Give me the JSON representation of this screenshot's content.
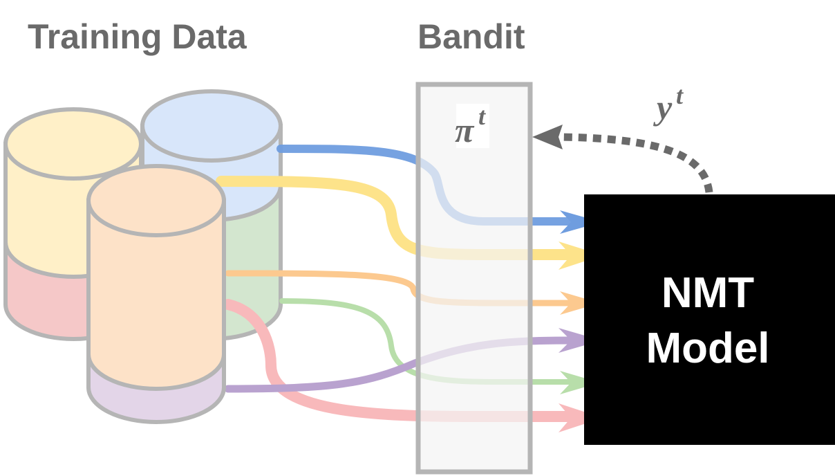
{
  "titles": {
    "training_data": "Training Data",
    "bandit": "Bandit"
  },
  "bandit_policy": {
    "symbol": "π",
    "superscript": "t"
  },
  "reward": {
    "symbol": "y",
    "superscript": "t"
  },
  "model": {
    "line1": "NMT",
    "line2": "Model"
  },
  "colors": {
    "title_gray": "#6a6a6a",
    "outline_gray": "#b5b5b5",
    "blue": "#6f9ddf",
    "yellow": "#fde38a",
    "orange": "#fcc98f",
    "green": "#b6deA8",
    "purple": "#b9a2cf",
    "pink": "#f7b9bb",
    "model_bg": "#000000"
  }
}
